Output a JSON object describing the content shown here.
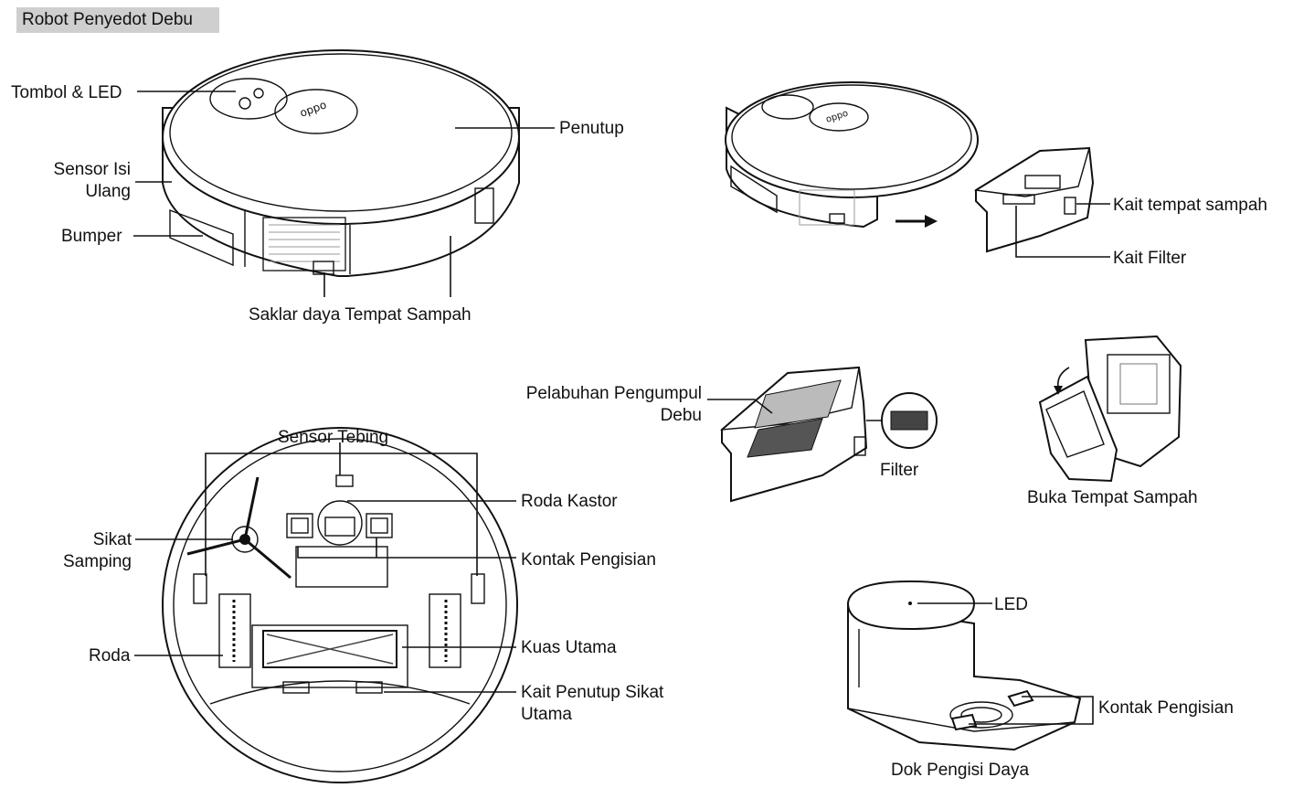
{
  "title": "Robot Penyedot Debu",
  "top_robot": {
    "buttons_led": "Tombol & LED",
    "refill_sensor_1": "Sensor Isi",
    "refill_sensor_2": "Ulang",
    "bumper": "Bumper",
    "cover": "Penutup",
    "bin_power_switch": "Saklar daya Tempat Sampah"
  },
  "bin_removal": {
    "bin_latch": "Kait tempat sampah",
    "filter_latch": "Kait Filter"
  },
  "dustbin": {
    "collector_port_1": "Pelabuhan Pengumpul",
    "collector_port_2": "Debu",
    "filter": "Filter",
    "open_bin": "Buka Tempat Sampah"
  },
  "bottom_robot": {
    "cliff_sensor": "Sensor Tebing",
    "caster_wheel": "Roda Kastor",
    "side_brush_1": "Sikat",
    "side_brush_2": "Samping",
    "charging_contacts": "Kontak Pengisian",
    "wheel": "Roda",
    "main_brush": "Kuas Utama",
    "main_brush_cover_latch_1": "Kait Penutup Sikat",
    "main_brush_cover_latch_2": "Utama"
  },
  "dock": {
    "led": "LED",
    "charging_contacts": "Kontak Pengisian",
    "caption": "Dok Pengisi Daya"
  }
}
